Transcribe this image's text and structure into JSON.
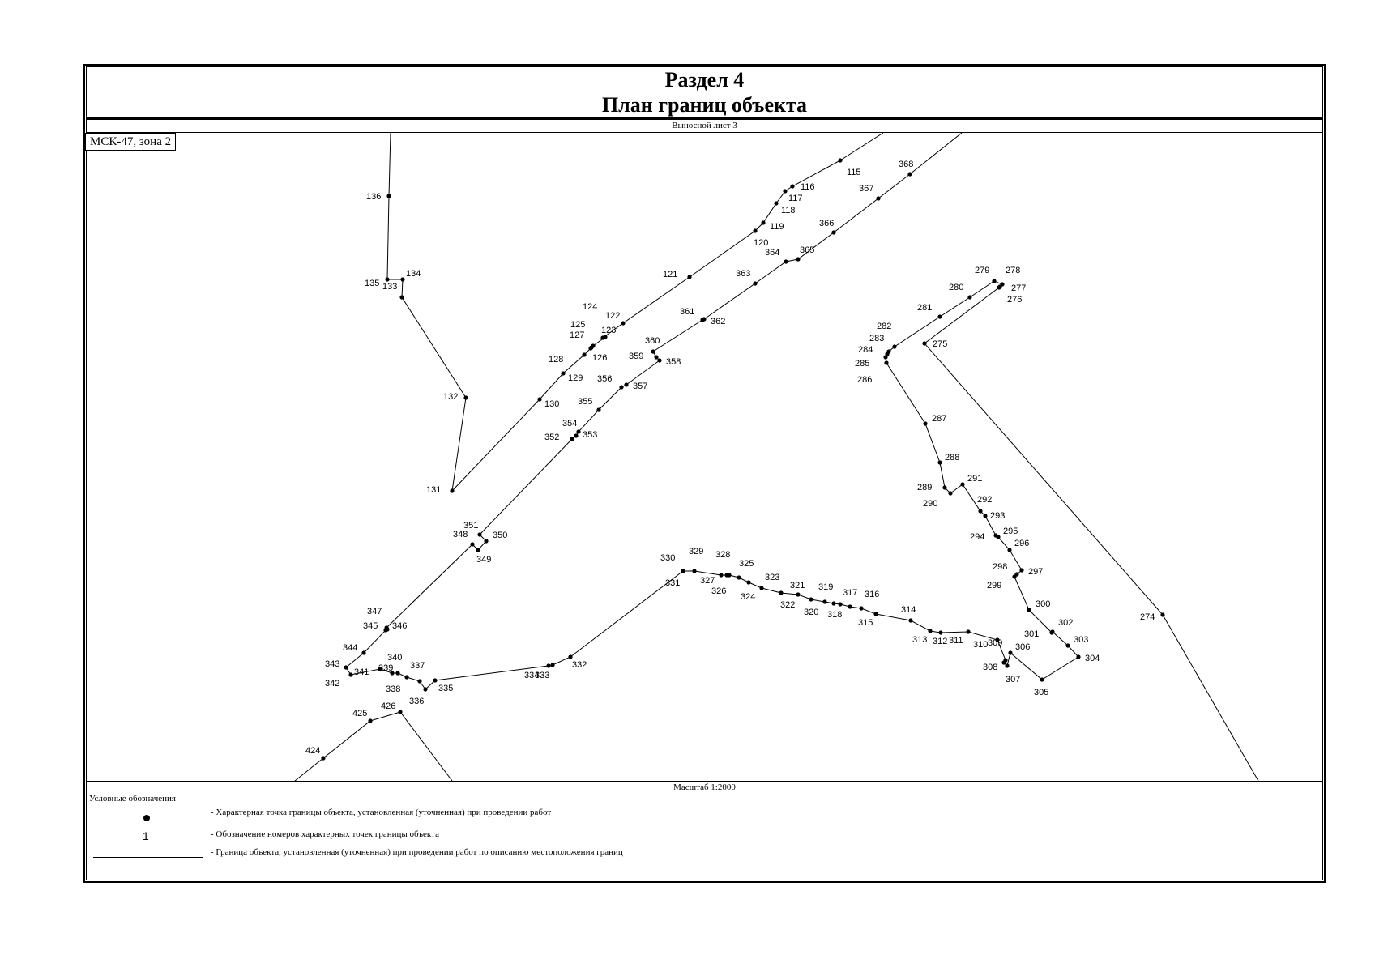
{
  "header": {
    "title_line1": "Раздел 4",
    "title_line2": "План границ объекта",
    "sheet_label": "Выносной лист 3"
  },
  "zone_label": "МСК-47, зона 2",
  "scale_label": "Масштаб 1:2000",
  "legend": {
    "title": "Условные обозначения",
    "number_sample": "1",
    "point_text": "- Характерная точка границы объекта, установленная (уточненная) при проведении работ",
    "number_text": "- Обозначение номеров характерных точек границы объекта",
    "line_text": "- Граница объекта, установленная (уточненная) при проведении работ по описанию местоположения границ"
  },
  "map": {
    "lines": [
      [
        "136",
        "135",
        "134",
        "133",
        "132",
        "131",
        "130",
        "129",
        "128",
        "127",
        "126",
        "125",
        "124",
        "123",
        "122",
        "121",
        "120",
        "119",
        "118",
        "117",
        "116",
        "115"
      ],
      [
        "368",
        "367",
        "366",
        "365",
        "364",
        "363",
        "362",
        "361",
        "360",
        "359",
        "358",
        "357",
        "356",
        "355",
        "354",
        "353",
        "352",
        "351",
        "350",
        "349",
        "348",
        "347",
        "346",
        "345",
        "344",
        "343",
        "342",
        "341",
        "340",
        "339",
        "338",
        "337",
        "336",
        "335",
        "334",
        "333",
        "332",
        "331",
        "330",
        "329",
        "328",
        "327",
        "326",
        "325",
        "324",
        "323",
        "322",
        "321",
        "320",
        "319",
        "318",
        "317",
        "316",
        "315",
        "314",
        "313",
        "312",
        "311",
        "310",
        "309",
        "308",
        "307",
        "306",
        "305",
        "304",
        "303",
        "302",
        "301",
        "300",
        "299",
        "298",
        "297",
        "296",
        "295",
        "294",
        "293",
        "292",
        "291",
        "290",
        "289",
        "288",
        "287",
        "286",
        "285",
        "284",
        "283",
        "282",
        "281",
        "280",
        "279",
        "278",
        "277",
        "276",
        "275",
        "274"
      ],
      [
        "424",
        "425",
        "426"
      ]
    ],
    "points": [
      "115",
      "116",
      "117",
      "118",
      "119",
      "120",
      "121",
      "122",
      "123",
      "124",
      "125",
      "126",
      "127",
      "128",
      "129",
      "130",
      "131",
      "132",
      "133",
      "134",
      "135",
      "136",
      "274",
      "275",
      "276",
      "277",
      "278",
      "279",
      "280",
      "281",
      "282",
      "283",
      "284",
      "285",
      "286",
      "287",
      "288",
      "289",
      "290",
      "291",
      "292",
      "293",
      "294",
      "295",
      "296",
      "297",
      "298",
      "299",
      "300",
      "301",
      "302",
      "303",
      "304",
      "305",
      "306",
      "307",
      "308",
      "309",
      "310",
      "311",
      "312",
      "313",
      "314",
      "315",
      "316",
      "317",
      "318",
      "319",
      "320",
      "321",
      "322",
      "323",
      "324",
      "325",
      "326",
      "327",
      "328",
      "329",
      "330",
      "331",
      "332",
      "333",
      "334",
      "335",
      "336",
      "337",
      "338",
      "339",
      "340",
      "341",
      "342",
      "343",
      "344",
      "345",
      "346",
      "347",
      "348",
      "349",
      "350",
      "351",
      "352",
      "353",
      "354",
      "355",
      "356",
      "357",
      "358",
      "359",
      "360",
      "361",
      "362",
      "363",
      "364",
      "365",
      "366",
      "367",
      "368",
      "424",
      "425",
      "426"
    ]
  }
}
